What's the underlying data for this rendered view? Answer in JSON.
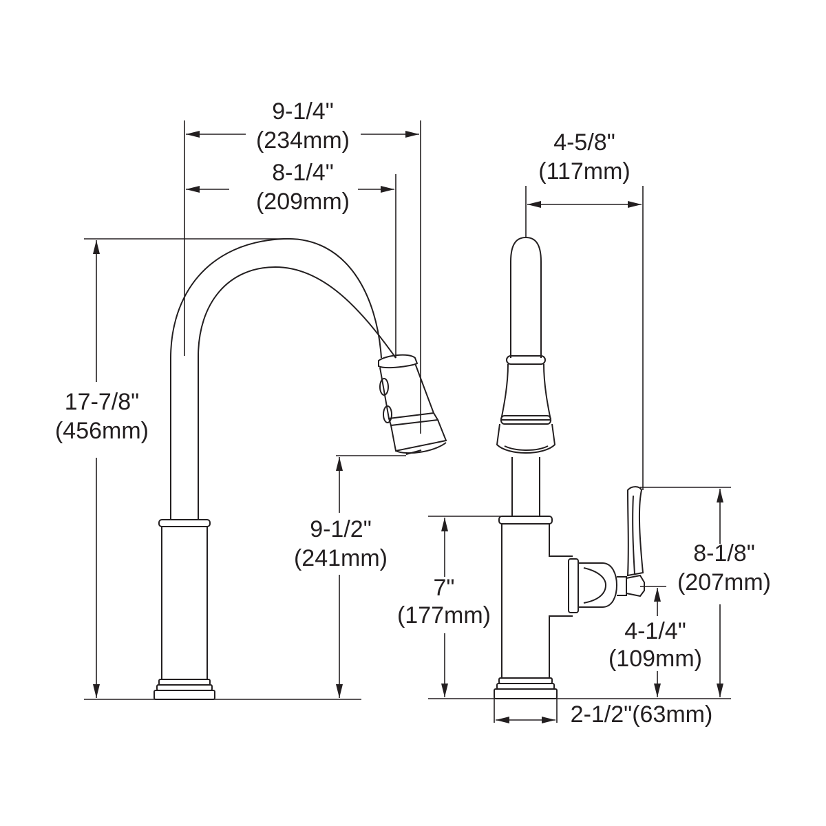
{
  "colors": {
    "line": "#231f20",
    "background": "#ffffff"
  },
  "dimensions": {
    "spout_reach_outer": {
      "imperial": "9-1/4\"",
      "metric": "(234mm)"
    },
    "spout_reach_inner": {
      "imperial": "8-1/4\"",
      "metric": "(209mm)"
    },
    "overall_height": {
      "imperial": "17-7/8\"",
      "metric": "(456mm)"
    },
    "spout_clearance": {
      "imperial": "9-1/2\"",
      "metric": "(241mm)"
    },
    "side_depth": {
      "imperial": "4-5/8\"",
      "metric": "(117mm)"
    },
    "body_height": {
      "imperial": "7\"",
      "metric": "(177mm)"
    },
    "handle_height": {
      "imperial": "8-1/8\"",
      "metric": "(207mm)"
    },
    "handle_axis_height": {
      "imperial": "4-1/4\"",
      "metric": "(109mm)"
    },
    "base_diameter": {
      "label": "2-1/2\"(63mm)"
    }
  }
}
